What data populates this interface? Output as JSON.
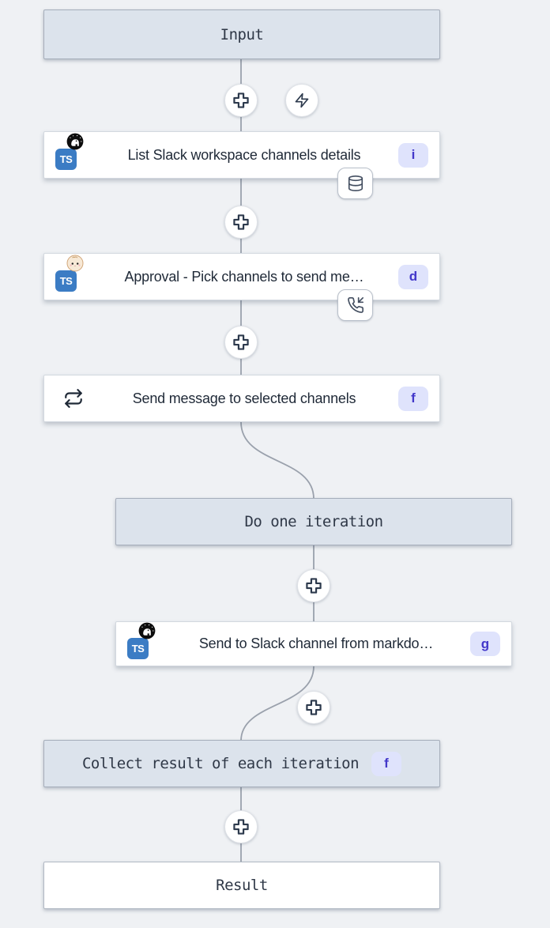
{
  "flow": {
    "input_node": {
      "label": "Input"
    },
    "list_slack": {
      "label": "List Slack workspace channels details",
      "badge": "i"
    },
    "approval": {
      "label": "Approval - Pick channels to send me…",
      "badge": "d"
    },
    "send_message": {
      "label": "Send message to selected channels",
      "badge": "f"
    },
    "iteration": {
      "label": "Do one iteration"
    },
    "send_slack": {
      "label": "Send to Slack channel from markdo…",
      "badge": "g"
    },
    "collect": {
      "label": "Collect result of each iteration",
      "badge": "f"
    },
    "result_node": {
      "label": "Result"
    }
  },
  "icons": {
    "ts_label": "TS",
    "names": [
      "plus-icon",
      "zap-icon",
      "typescript-icon",
      "deno-icon",
      "bun-icon",
      "repeat-icon",
      "database-cache-icon",
      "phone-incoming-icon"
    ]
  },
  "colors": {
    "canvas_bg": "#eff1f4",
    "virtual_node_fill": "#dce3ec",
    "virtual_node_border": "#a6aebb",
    "step_node_border": "#d3d8df",
    "connector": "#9aa1ac",
    "badge_bg": "#dfe3fc",
    "badge_text": "#4338ca",
    "ts_blue": "#3b7cc4",
    "label_text": "#1f2937"
  }
}
